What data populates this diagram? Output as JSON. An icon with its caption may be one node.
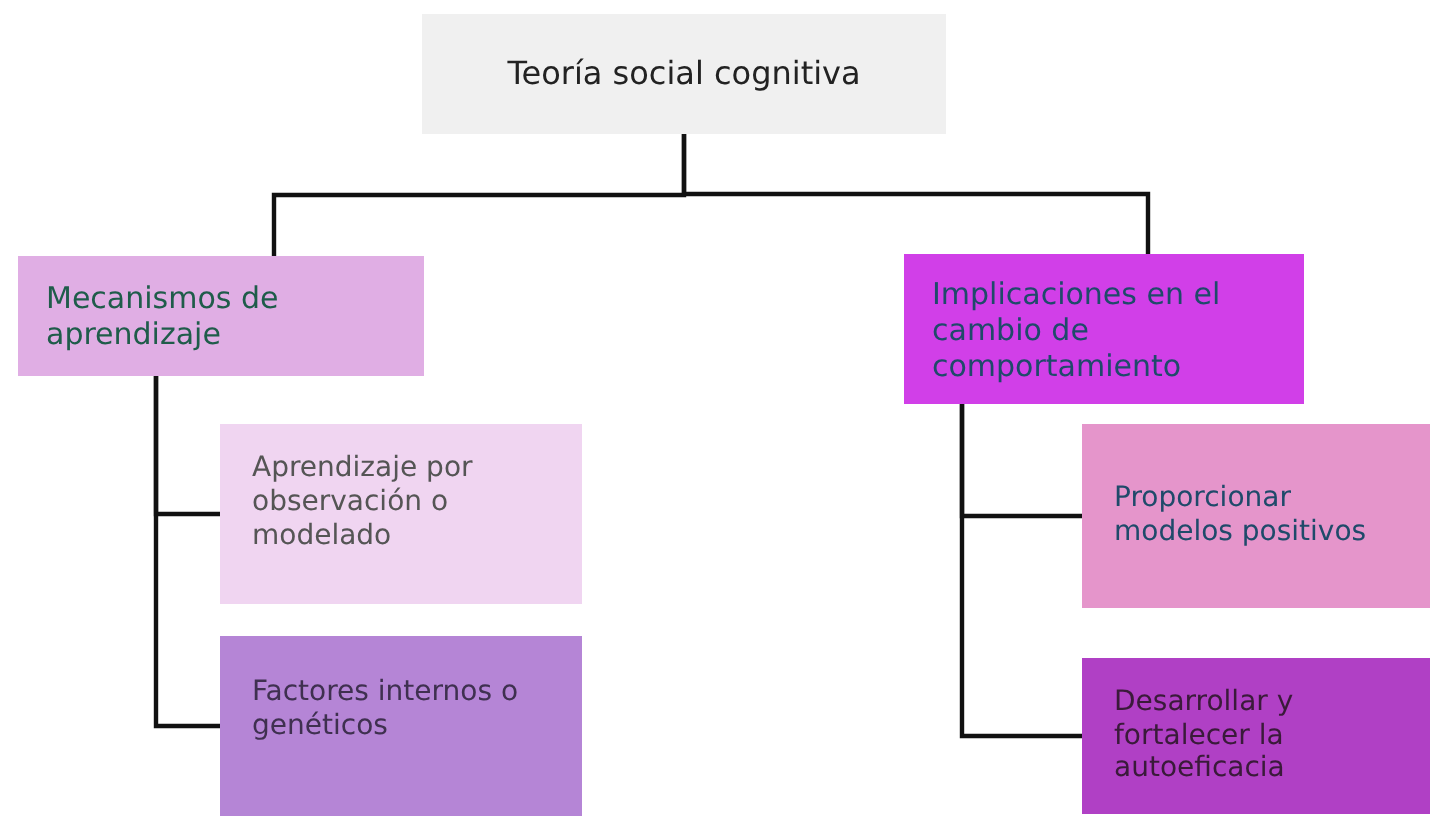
{
  "diagram": {
    "nodes": [
      {
        "text": [
          "Teoría social cognitiva"
        ]
      },
      {
        "text": [
          "Mecanismos de aprendizaje"
        ]
      },
      {
        "text": [
          "Implicaciones en el cambio de comportamiento"
        ]
      },
      {
        "text": [
          "Aprendizaje por observación o modelado"
        ]
      },
      {
        "text": [
          "Factores internos o genéticos"
        ]
      },
      {
        "text": [
          "Proporcionar modelos positivos"
        ]
      },
      {
        "text": [
          "Desarrollar y fortalecer la autoeficacia"
        ]
      }
    ],
    "edges": [
      {
        "from": 0,
        "to": 1,
        "arrow": "none"
      },
      {
        "from": 0,
        "to": 2,
        "arrow": "none"
      },
      {
        "from": 1,
        "to": 3,
        "arrow": "none"
      },
      {
        "from": 1,
        "to": 4,
        "arrow": "none"
      },
      {
        "from": 2,
        "to": 5,
        "arrow": "none"
      },
      {
        "from": 2,
        "to": 6,
        "arrow": "none"
      }
    ]
  }
}
